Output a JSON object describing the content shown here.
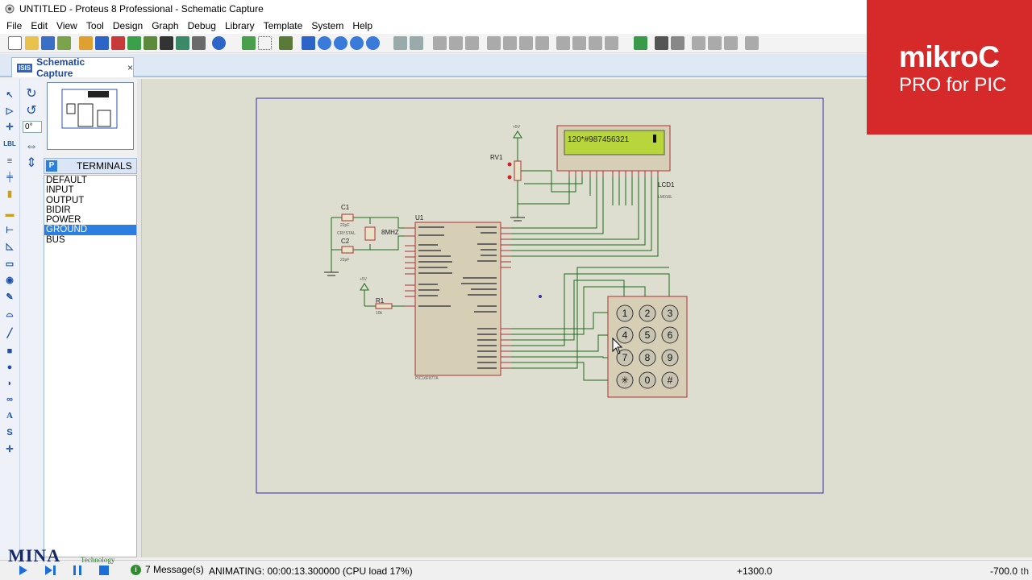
{
  "window": {
    "title": "UNTITLED - Proteus 8 Professional - Schematic Capture"
  },
  "menu": [
    "File",
    "Edit",
    "View",
    "Tool",
    "Design",
    "Graph",
    "Debug",
    "Library",
    "Template",
    "System",
    "Help"
  ],
  "tab": {
    "icon": "ISIS",
    "label": "Schematic Capture",
    "close": "×"
  },
  "rotation": {
    "angle": "0°"
  },
  "terminals": {
    "button": "P",
    "header": "TERMINALS",
    "items": [
      "DEFAULT",
      "INPUT",
      "OUTPUT",
      "BIDIR",
      "POWER",
      "GROUND",
      "BUS"
    ],
    "selected": "GROUND"
  },
  "schematic": {
    "lcd_text": "120*#987456321",
    "lcd_ref": "LCD1",
    "lcd_part": "LM016L",
    "rv_ref": "RV1",
    "c1_ref": "C1",
    "c1_value": "22pF",
    "c2_ref": "C2",
    "c2_value": "22pF",
    "crystal_label": "8MHZ",
    "crystal_ref": "CRYSTAL",
    "mcu_ref": "U1",
    "mcu_part": "PIC16F877A",
    "r1_ref": "R1",
    "r1_value": "10k",
    "vcc_label": "+5V",
    "keypad_keys": [
      "1",
      "2",
      "3",
      "4",
      "5",
      "6",
      "7",
      "8",
      "9",
      "✳",
      "0",
      "#"
    ]
  },
  "status": {
    "messages": "7 Message(s)",
    "animating": "ANIMATING: 00:00:13.300000 (CPU load 17%)",
    "x": "+1300.0",
    "y": "-700.0",
    "units": "th"
  },
  "watermark": {
    "brand": "MINA",
    "sub": "Technology"
  },
  "banner": {
    "line1": "mikroC",
    "line2": "PRO for PIC"
  },
  "colors": {
    "accent": "#2c7fe0",
    "banner": "#d62a2a",
    "canvas": "#ddddd0",
    "lcd": "#b8d63c"
  }
}
